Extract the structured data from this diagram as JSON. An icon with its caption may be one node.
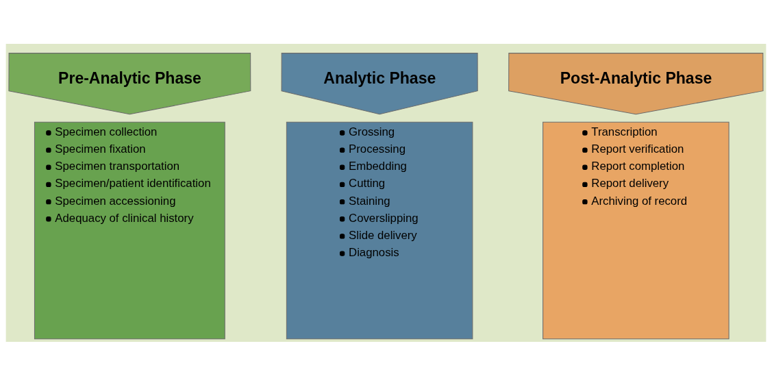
{
  "diagram": {
    "nodes": [
      {
        "text": [
          "Pre-Analytic Phase"
        ]
      },
      {
        "text": [
          "Specimen collection",
          "Specimen fixation",
          "Specimen transportation",
          "Specimen/patient identification",
          "Specimen accessioning",
          "Adequacy of clinical history"
        ]
      },
      {
        "text": [
          "Analytic Phase"
        ]
      },
      {
        "text": [
          "Grossing",
          "Processing",
          "Embedding",
          "Cutting",
          "Staining",
          "Coverslipping",
          "Slide delivery",
          "Diagnosis"
        ]
      },
      {
        "text": [
          "Post-Analytic Phase"
        ]
      },
      {
        "text": [
          "Transcription",
          "Report verification",
          "Report completion",
          "Report delivery",
          "Archiving of record"
        ]
      }
    ]
  }
}
